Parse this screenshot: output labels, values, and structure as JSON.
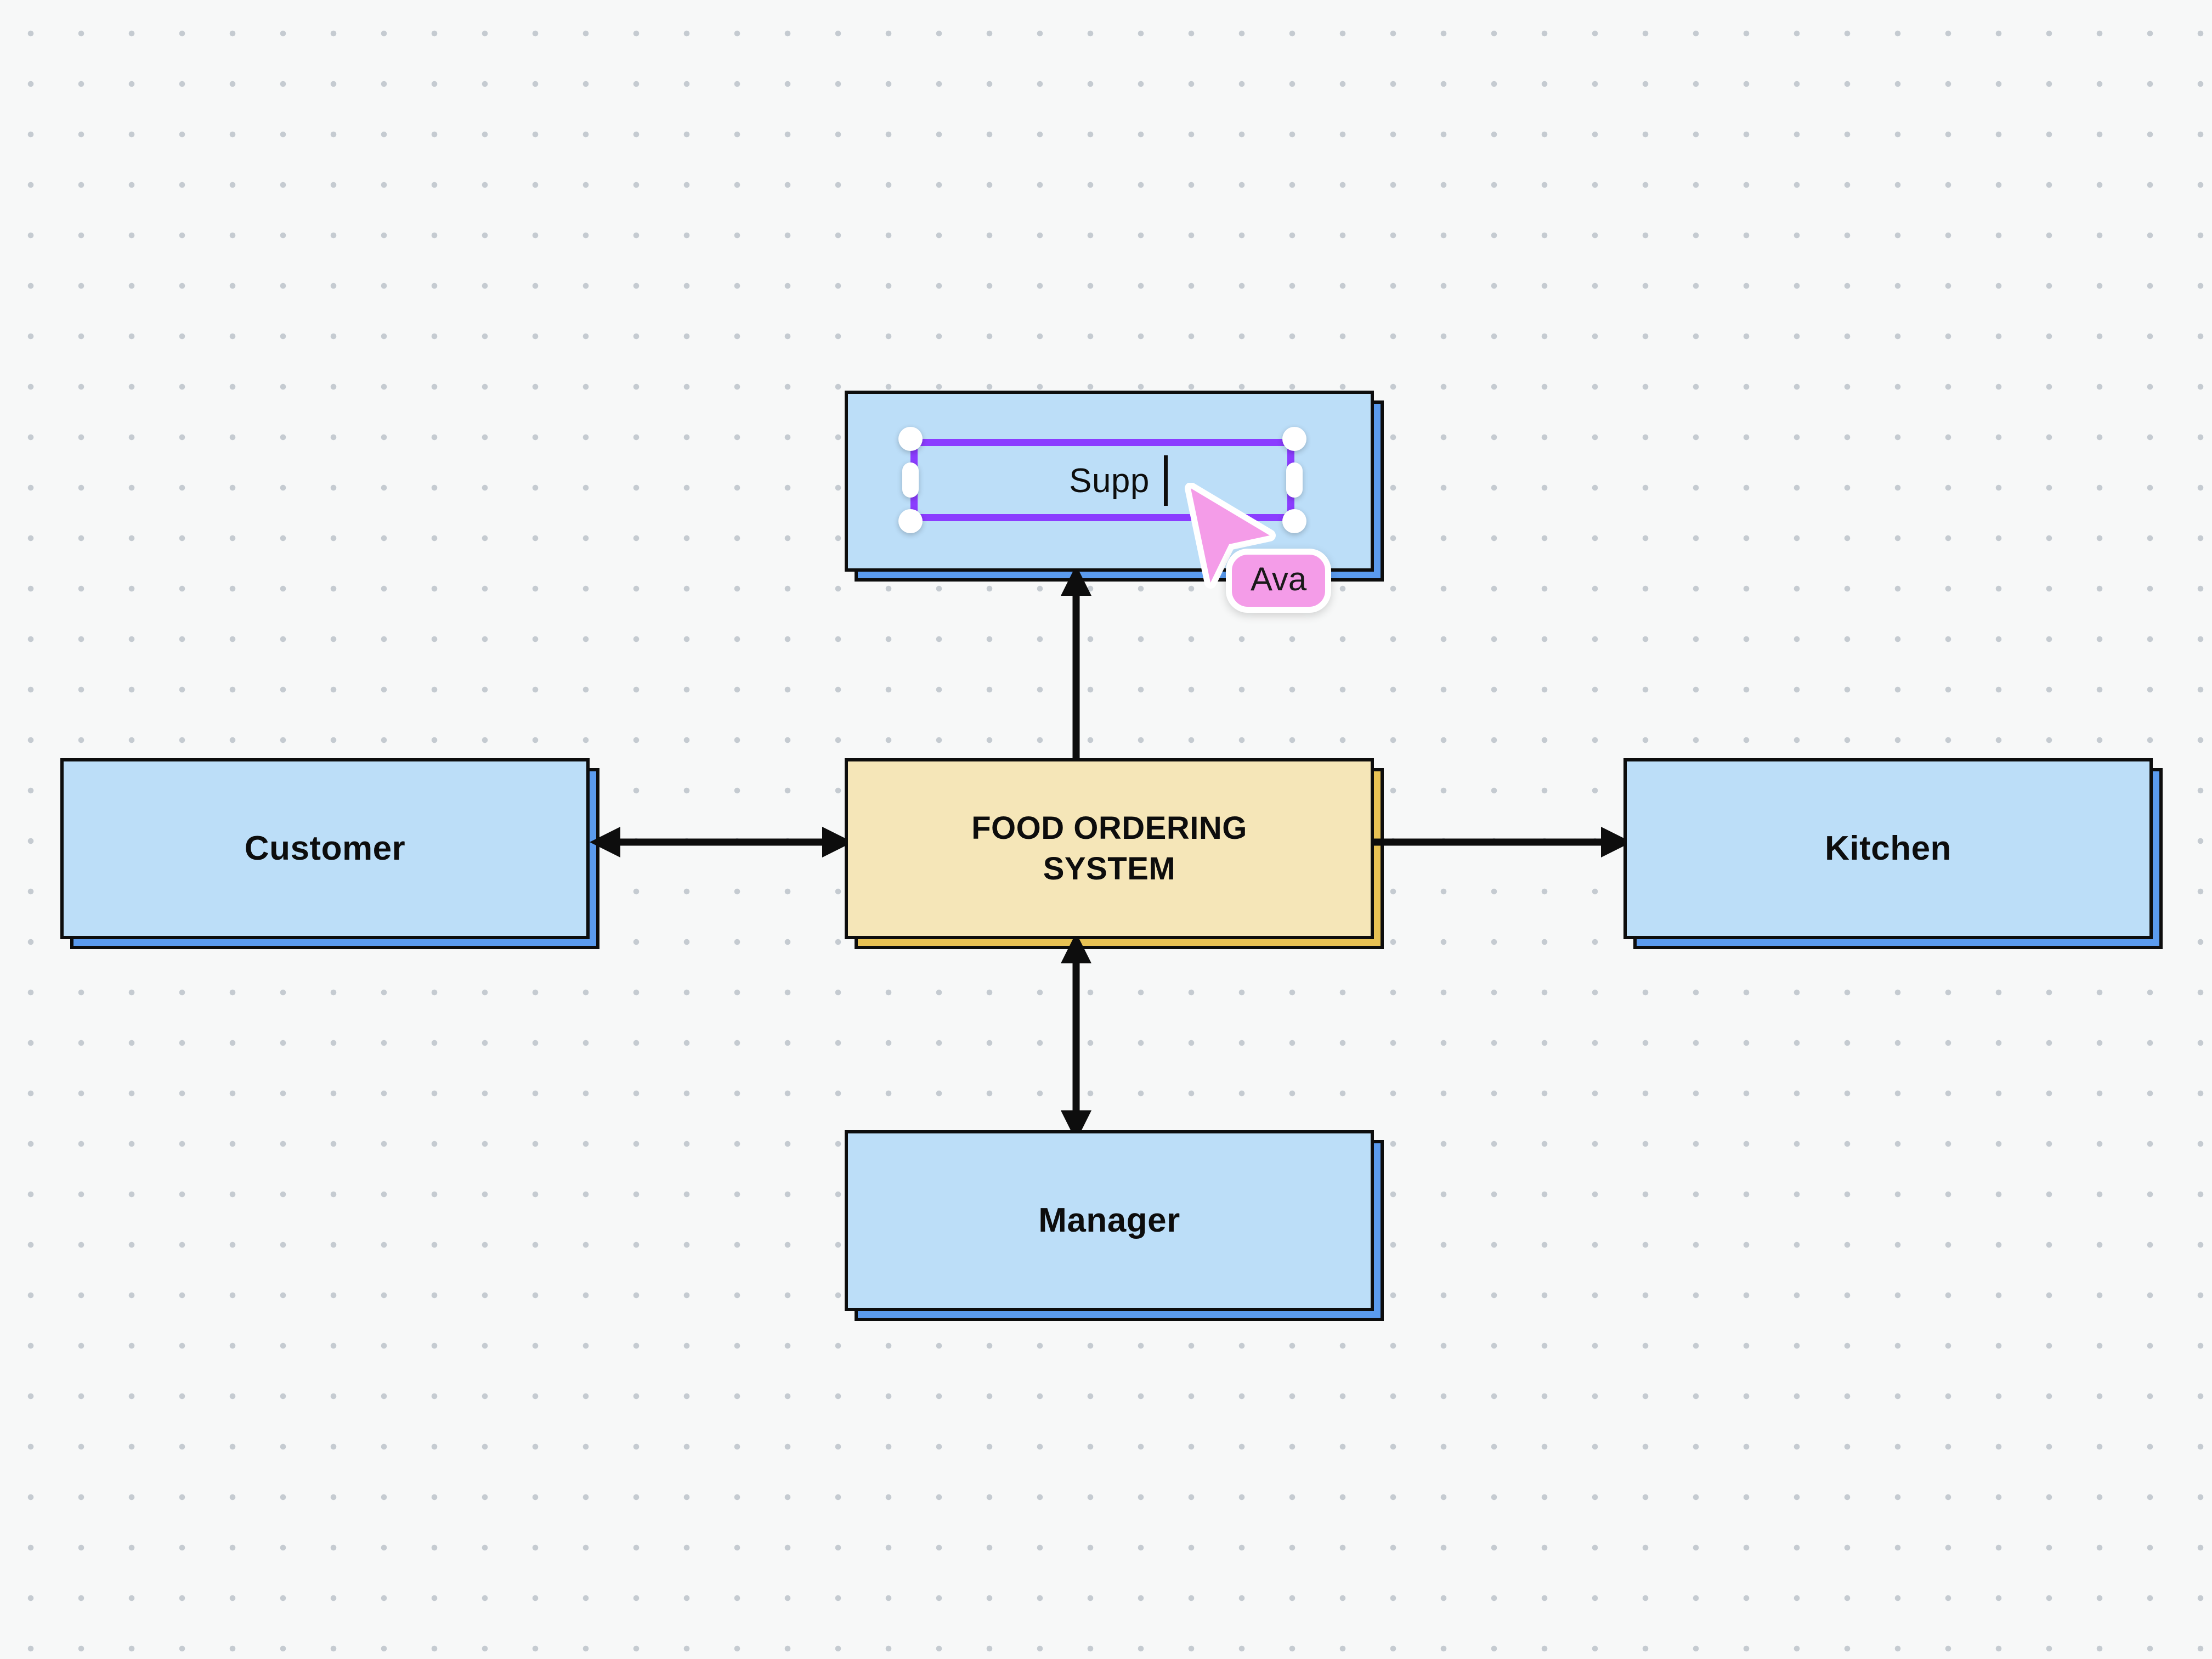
{
  "canvas": {
    "background_color": "#f7f8f8",
    "dot_color": "#c5cbd1",
    "grid_spacing": 92
  },
  "palette": {
    "node_fill_blue": "#bcdef8",
    "node_shadow_blue": "#5b9bee",
    "node_fill_yellow": "#f5e6b8",
    "node_shadow_yellow": "#e8c254",
    "node_border": "#0d0d0d",
    "selection_purple": "#8b3dff",
    "cursor_pink": "#f49ce8",
    "handle_white": "#ffffff"
  },
  "nodes": {
    "supplier": {
      "label": "Supp",
      "state": "editing",
      "fill": "#bcdef8",
      "shape": "rectangle"
    },
    "customer": {
      "label": "Customer",
      "fill": "#bcdef8",
      "shape": "rectangle"
    },
    "system": {
      "label": "FOOD ORDERING\nSYSTEM",
      "fill": "#f5e6b8",
      "shape": "rectangle"
    },
    "kitchen": {
      "label": "Kitchen",
      "fill": "#bcdef8",
      "shape": "rectangle"
    },
    "manager": {
      "label": "Manager",
      "fill": "#bcdef8",
      "shape": "rectangle"
    }
  },
  "connectors": [
    {
      "name": "customer-system",
      "from": "customer",
      "to": "system",
      "arrowheads": "both",
      "orientation": "horizontal"
    },
    {
      "name": "system-kitchen",
      "from": "system",
      "to": "kitchen",
      "arrowheads": "end",
      "orientation": "horizontal"
    },
    {
      "name": "system-supplier",
      "from": "system",
      "to": "supplier",
      "arrowheads": "end",
      "orientation": "vertical"
    },
    {
      "name": "system-manager",
      "from": "system",
      "to": "manager",
      "arrowheads": "both",
      "orientation": "vertical"
    }
  ],
  "collaborator": {
    "name": "Ava",
    "cursor_color": "#f49ce8",
    "cursor_icon": "arrow-pointer-icon"
  },
  "selection": {
    "target": "supplier",
    "handles": [
      "top-left",
      "top-right",
      "bottom-left",
      "bottom-right",
      "middle-left",
      "middle-right"
    ],
    "caret_visible": true
  }
}
